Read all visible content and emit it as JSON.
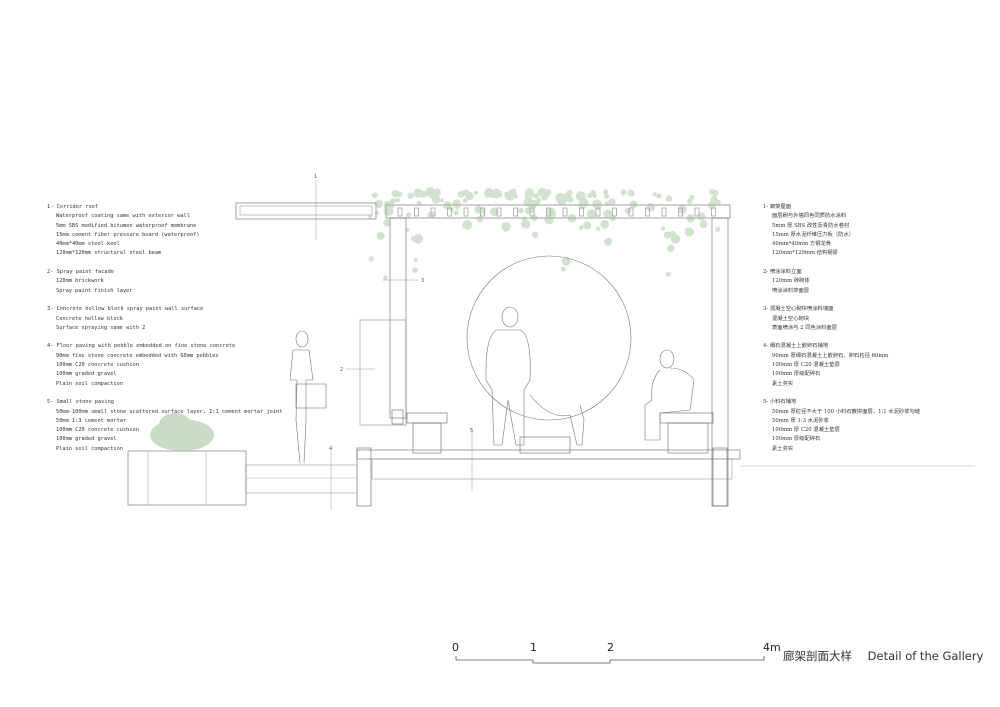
{
  "notes_en": [
    {
      "title": "1- Corridor roof",
      "lines": [
        "Waterproof coating same with exterior wall",
        "5mm SBS modified bitumen waterproof membrane",
        "15mm cement fiber pressure board (waterproof)",
        "40mm*40mm steel keel",
        "120mm*120mm structural steel beam"
      ]
    },
    {
      "title": "2- Spray paint facade",
      "lines": [
        "120mm brickwork",
        "Spray paint finish layer"
      ]
    },
    {
      "title": "3- Concrete hollow block spray paint wall surface",
      "lines": [
        "Concrete hollow block",
        "Surface spraying same with 2"
      ]
    },
    {
      "title": "4- Floor paving with pebble embedded on fine stone concrete",
      "lines": [
        "90mm fine stone concrete embedded with 60mm pebbles",
        "100mm C20 concrete cushion",
        "100mm graded gravel",
        "Plain soil compaction"
      ]
    },
    {
      "title": "5- Small stone paving",
      "lines": [
        "50mm-100mm small stone scattered surface layer, 1:1 cement mortar joint",
        "50mm 1:3 cement mortar",
        "100mm C20 concrete cushion",
        "100mm graded gravel",
        "Plain soil compaction"
      ]
    }
  ],
  "notes_cn": [
    {
      "title": "1- 廊架屋面",
      "lines": [
        "面层刷与外墙同色同质防水涂料",
        "5mm 厚 SBS 改性沥青防水卷材",
        "15mm 厚水泥纤维压力板（防水）",
        "40mm*40mm 方钢龙骨",
        "120mm*120mm 结构钢梁"
      ]
    },
    {
      "title": "2- 喷涂涂料立面",
      "lines": [
        "120mm 砖砌体",
        "喷涂涂料饰面层"
      ]
    },
    {
      "title": "3- 混凝土空心砌块喷涂料墙面",
      "lines": [
        "混凝土空心砌块",
        "表面喷涂与 2 同色涂料面层"
      ]
    },
    {
      "title": "4- 细石混凝土上嵌卵石铺地",
      "lines": [
        "90mm 厚细石混凝土上嵌卵石，卵石粒径 60mm",
        "100mm 厚 C20 混凝土垫层",
        "100mm 厚级配碎石",
        "素土夯实"
      ]
    },
    {
      "title": "5- 小料石铺地",
      "lines": [
        "50mm 厚粒径不大于 100 小料石散拼面层，1:1 水泥砂浆勾缝",
        "50mm 厚 1:3 水泥砂浆",
        "100mm 厚 C20 混凝土垫层",
        "100mm 厚级配碎石",
        "素土夯实"
      ]
    }
  ],
  "callouts": {
    "c1": "1",
    "c2": "2",
    "c3": "3",
    "c4": "4",
    "c5": "5"
  },
  "scale_bar": {
    "ticks": [
      "0",
      "1",
      "2",
      "4m"
    ]
  },
  "title": {
    "cn": "廊架剖面大样",
    "en": "Detail of the Gallery"
  },
  "colors": {
    "line": "#555555",
    "foliage": "#9fbf98"
  }
}
